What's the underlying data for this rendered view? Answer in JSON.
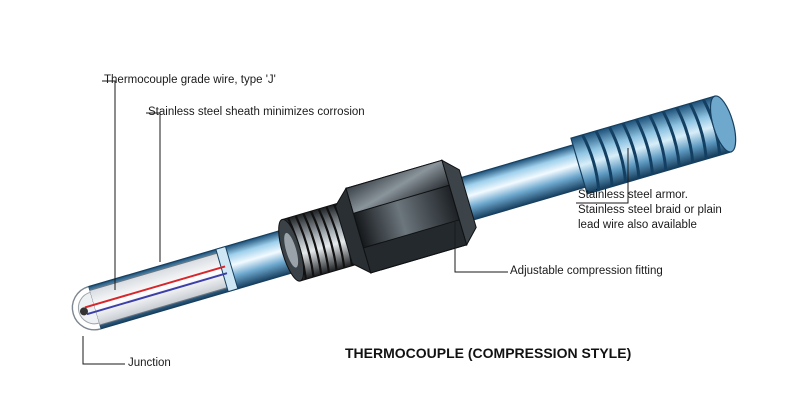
{
  "diagram": {
    "title": "THERMOCOUPLE (COMPRESSION STYLE)",
    "labels": {
      "wire": "Thermocouple grade wire, type 'J'",
      "sheath": "Stainless steel sheath minimizes corrosion",
      "armor_line1": "Stainless steel armor.",
      "armor_line2": "Stainless steel braid or plain",
      "armor_line3": "lead wire also available",
      "fitting": "Adjustable compression fitting",
      "junction": "Junction"
    },
    "colors": {
      "steel_blue": "#8ec3e0",
      "steel_dark": "#1b4f78",
      "fitting_dark": "#2b3136",
      "wire_red": "#d8262b",
      "wire_blue": "#3c3fa8"
    }
  }
}
